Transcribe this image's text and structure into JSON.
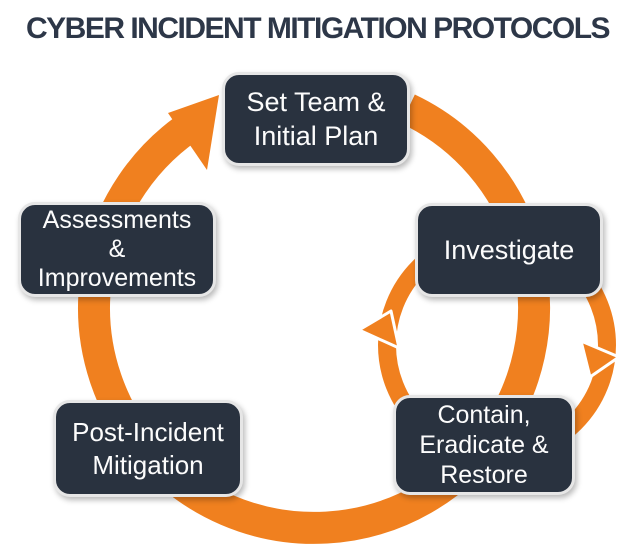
{
  "title": "CYBER INCIDENT MITIGATION PROTOCOLS",
  "diagram": {
    "type": "cycle",
    "direction": "clockwise",
    "nodes": [
      {
        "id": "set-team-initial-plan",
        "label": "Set Team &\nInitial Plan"
      },
      {
        "id": "investigate",
        "label": "Investigate"
      },
      {
        "id": "contain-eradicate-restore",
        "label": "Contain,\nEradicate &\nRestore"
      },
      {
        "id": "post-incident-mitigation",
        "label": "Post-Incident\nMitigation"
      },
      {
        "id": "assessments-improvements",
        "label": "Assessments\n&\nImprovements"
      }
    ],
    "sub_loop_between": [
      "Investigate",
      "Contain, Eradicate & Restore"
    ]
  },
  "colors": {
    "orange": "#F0801F",
    "box-fill": "#29323F",
    "box-border": "#E6E6E6",
    "box-text": "#FCFCFC",
    "title": "#2D3748",
    "background": "#FFFFFF",
    "arrow-outline": "#FFFFFF"
  }
}
